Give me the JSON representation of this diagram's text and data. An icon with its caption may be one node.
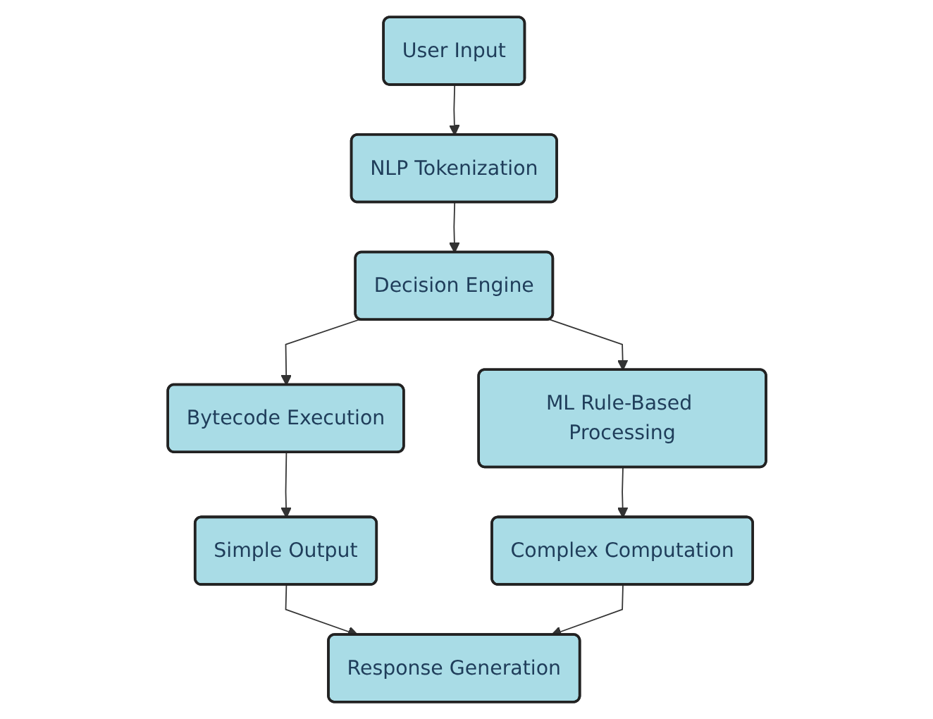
{
  "diagram": {
    "nodes": [
      {
        "text": [
          "User Input"
        ]
      },
      {
        "text": [
          "NLP Tokenization"
        ]
      },
      {
        "text": [
          "Decision Engine"
        ]
      },
      {
        "text": [
          "Bytecode Execution"
        ]
      },
      {
        "text": [
          "ML Rule-Based Processing"
        ]
      },
      {
        "text": [
          "Simple Output"
        ]
      },
      {
        "text": [
          "Complex Computation"
        ]
      },
      {
        "text": [
          "Response Generation"
        ]
      }
    ],
    "edges": [
      {
        "from": 0,
        "to": 1,
        "arrow": "to"
      },
      {
        "from": 1,
        "to": 2,
        "arrow": "to"
      },
      {
        "from": 2,
        "to": 3,
        "arrow": "to"
      },
      {
        "from": 2,
        "to": 4,
        "arrow": "to"
      },
      {
        "from": 3,
        "to": 5,
        "arrow": "to"
      },
      {
        "from": 4,
        "to": 6,
        "arrow": "to"
      },
      {
        "from": 5,
        "to": 7,
        "arrow": "to"
      },
      {
        "from": 6,
        "to": 7,
        "arrow": "to"
      }
    ]
  }
}
